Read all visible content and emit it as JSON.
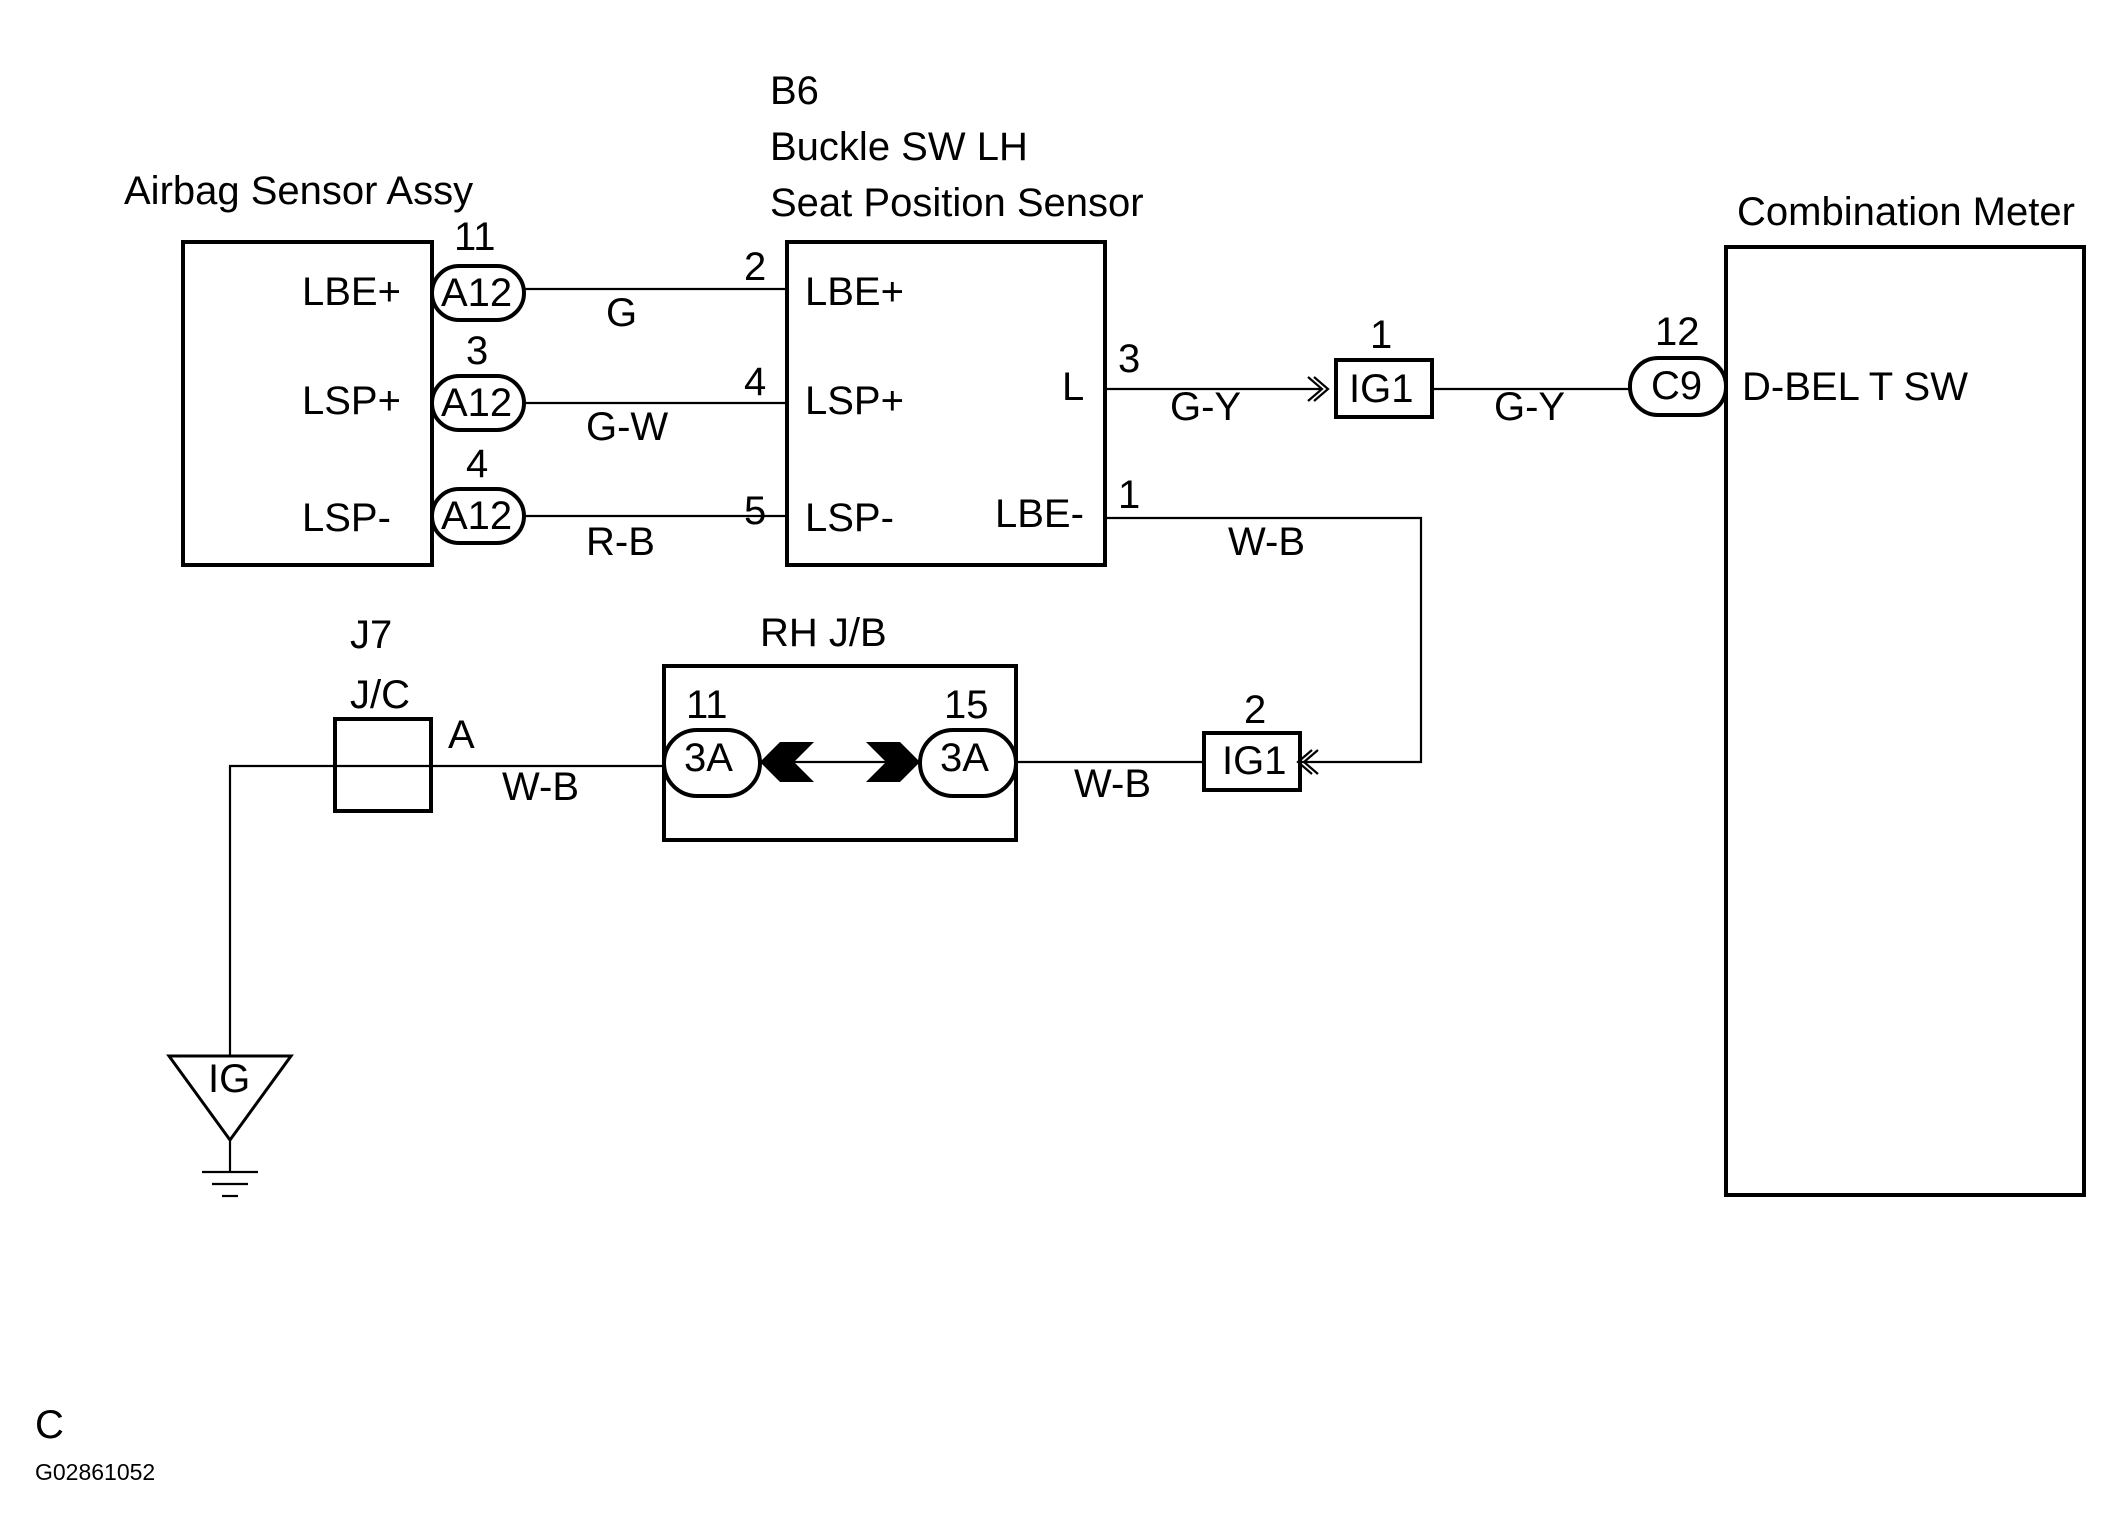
{
  "components": {
    "airbag": {
      "title": "Airbag Sensor Assy",
      "pins": [
        "LBE+",
        "LSP+",
        "LSP-"
      ],
      "connector": "A12",
      "pin_numbers": [
        "11",
        "3",
        "4"
      ]
    },
    "buckle": {
      "code": "B6",
      "title_line1": "Buckle SW LH",
      "title_line2": "Seat Position Sensor",
      "left_pins": [
        "LBE+",
        "LSP+",
        "LSP-"
      ],
      "left_pin_numbers": [
        "2",
        "4",
        "5"
      ],
      "right_pins": [
        "L",
        "LBE-"
      ],
      "right_pin_numbers": [
        "3",
        "1"
      ]
    },
    "meter": {
      "title": "Combination Meter",
      "connector": "C9",
      "pin_number": "12",
      "pin_label": "D-BEL T SW"
    },
    "ig1_top": {
      "label": "IG1",
      "pin": "1"
    },
    "ig1_bottom": {
      "label": "IG1",
      "pin": "2"
    },
    "rh_jb": {
      "title": "RH J/B",
      "left_connector": "3A",
      "left_pin": "11",
      "right_connector": "3A",
      "right_pin": "15"
    },
    "jc": {
      "code": "J7",
      "title": "J/C",
      "pin": "A"
    },
    "ground": {
      "label": "IG"
    }
  },
  "wires": {
    "lbe": "G",
    "lsp_plus": "G-W",
    "lsp_minus": "R-B",
    "l_to_ig1": "G-Y",
    "ig1_to_meter": "G-Y",
    "lbe_minus_return": "W-B",
    "ig1_to_jb": "W-B",
    "jc_to_jb": "W-B"
  },
  "footer": {
    "section": "C",
    "figure_id": "G02861052"
  }
}
